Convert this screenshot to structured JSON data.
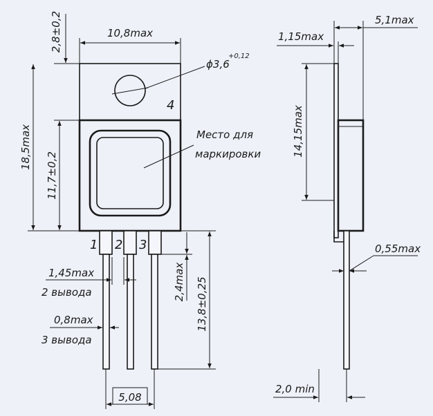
{
  "front_view": {
    "width_label": "10,8max",
    "tab_height_label": "2,8±0,2",
    "hole_label": "ϕ3,6",
    "hole_tol_label": "+0,12",
    "tab_pin_label": "4",
    "total_height_label": "18,5max",
    "body_height_label": "11,7±0,2",
    "marking_label_line1": "Место для",
    "marking_label_line2": "маркировки",
    "pin_labels": [
      "1",
      "2",
      "3"
    ],
    "lead_width_label": "1,45max",
    "lead_width_note": "2 вывода",
    "lead_thick_label": "0,8max",
    "lead_thick_note": "3 вывода",
    "lead_short_label": "2,4max",
    "lead_length_label": "13,8±0,25",
    "pitch_label": "5,08"
  },
  "side_view": {
    "total_depth_label": "5,1max",
    "tab_thickness_label": "1,15max",
    "body_height_label": "14,15max",
    "lead_thickness_label": "0,55max",
    "lead_offset_label": "2,0 min"
  }
}
